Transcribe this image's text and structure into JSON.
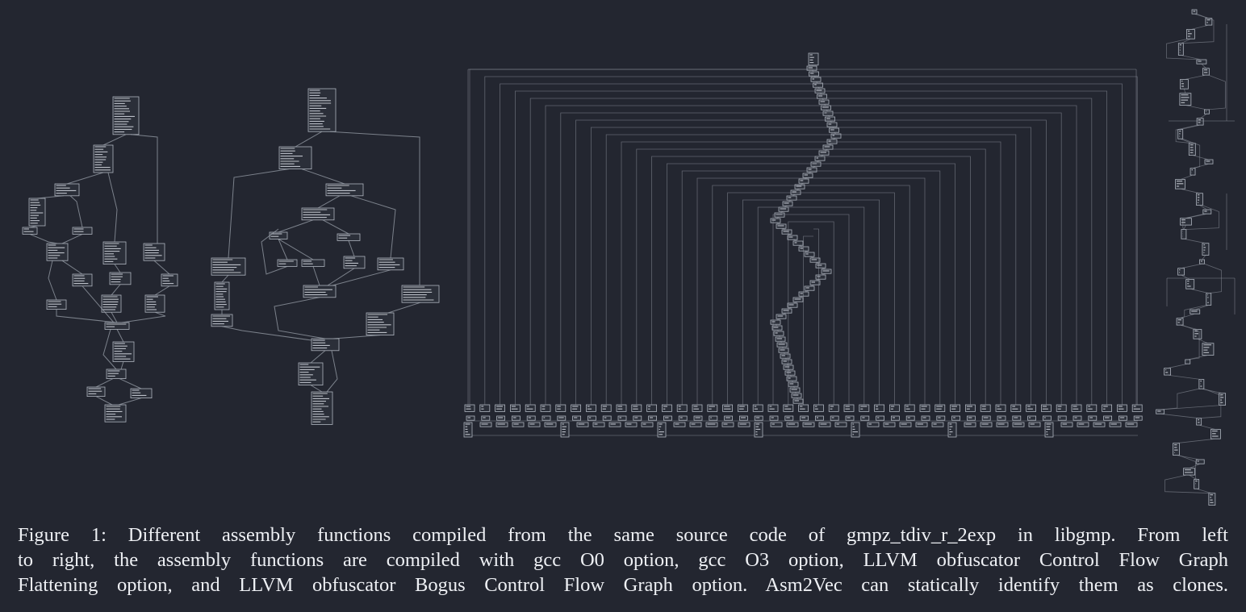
{
  "figure": {
    "graphs": [
      {
        "name": "gcc O0 graph",
        "position": "left"
      },
      {
        "name": "gcc O3 graph",
        "position": "center-left"
      },
      {
        "name": "LLVM obfuscator Control Flow Graph Flattening graph",
        "position": "center"
      },
      {
        "name": "LLVM obfuscator Bogus Control Flow Graph graph",
        "position": "right"
      }
    ],
    "colors": {
      "background": "#232630",
      "edge": "#9aa0aa",
      "block_text": "#d6dae2",
      "caption_text": "#eef0f4"
    }
  },
  "caption": {
    "line1": "Figure 1: Different assembly functions compiled from the same source code of gmpz_tdiv_r_2exp in libgmp. From left",
    "line2": "to right, the assembly functions are compiled with gcc O0 option, gcc O3 option, LLVM obfuscator Control Flow Graph",
    "line3": "Flattening option, and LLVM obfuscator Bogus Control Flow Graph option. Asm2Vec can statically identify them as clones."
  }
}
